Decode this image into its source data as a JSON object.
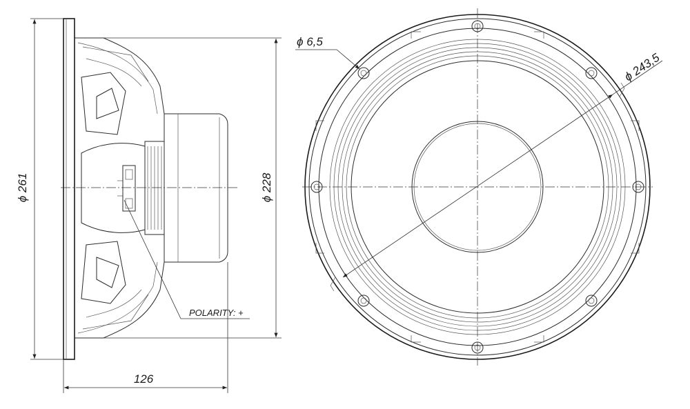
{
  "side_view": {
    "diameter_outer": "261",
    "diameter_frame": "228",
    "depth": "126",
    "polarity": "POLARITY: +"
  },
  "front_view": {
    "hole_diameter": "6,5",
    "bolt_circle": "243,5"
  },
  "diameter_symbol": "ϕ"
}
